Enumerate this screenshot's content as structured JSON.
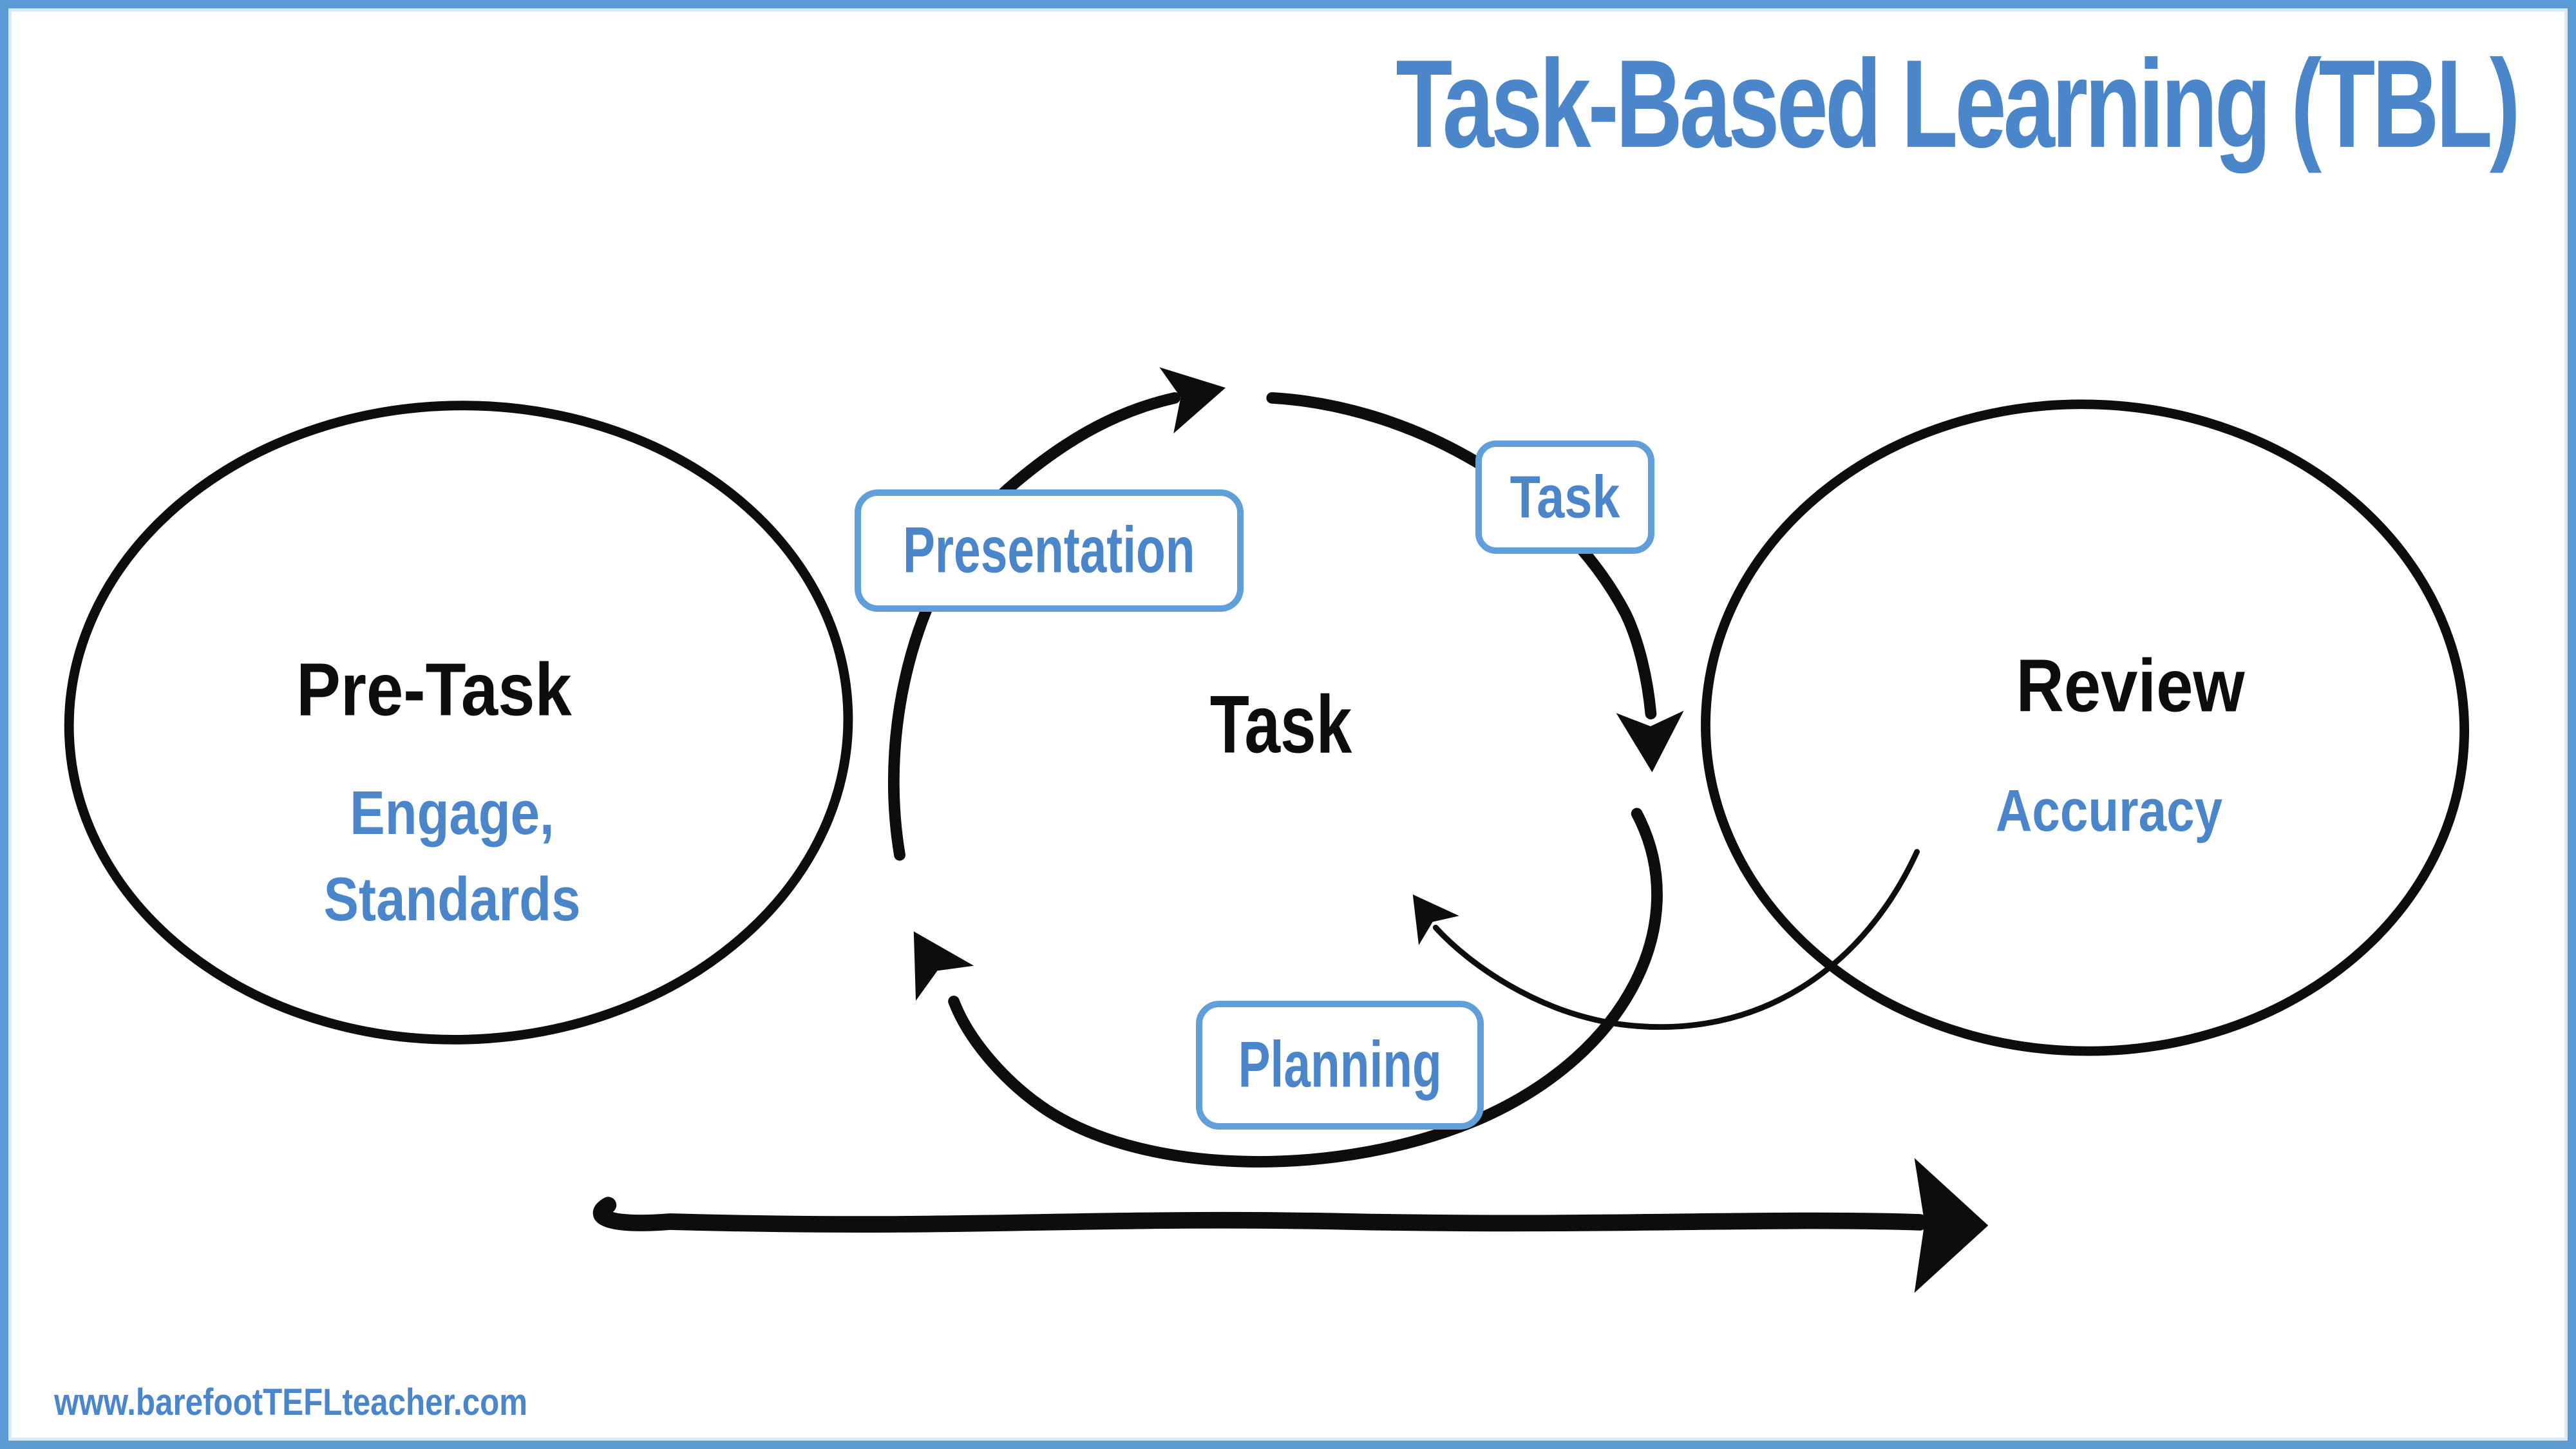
{
  "colors": {
    "accent_text": "#4a86c9",
    "frame": "#5b9bd5",
    "box_border": "#609fd9",
    "ink": "#0d0d0d",
    "background": "#ffffff"
  },
  "title": {
    "text": "Task-Based Learning (TBL)"
  },
  "stages": {
    "pre_task": {
      "label": "Pre-Task",
      "details": [
        "Engage,",
        "Standards"
      ]
    },
    "task_cycle": {
      "center_label": "Task",
      "steps": [
        {
          "label": "Presentation"
        },
        {
          "label": "Task"
        },
        {
          "label": "Planning"
        }
      ]
    },
    "review": {
      "label": "Review",
      "details": [
        "Accuracy"
      ]
    }
  },
  "footer": {
    "watermark": "www.barefootTEFLteacher.com"
  }
}
